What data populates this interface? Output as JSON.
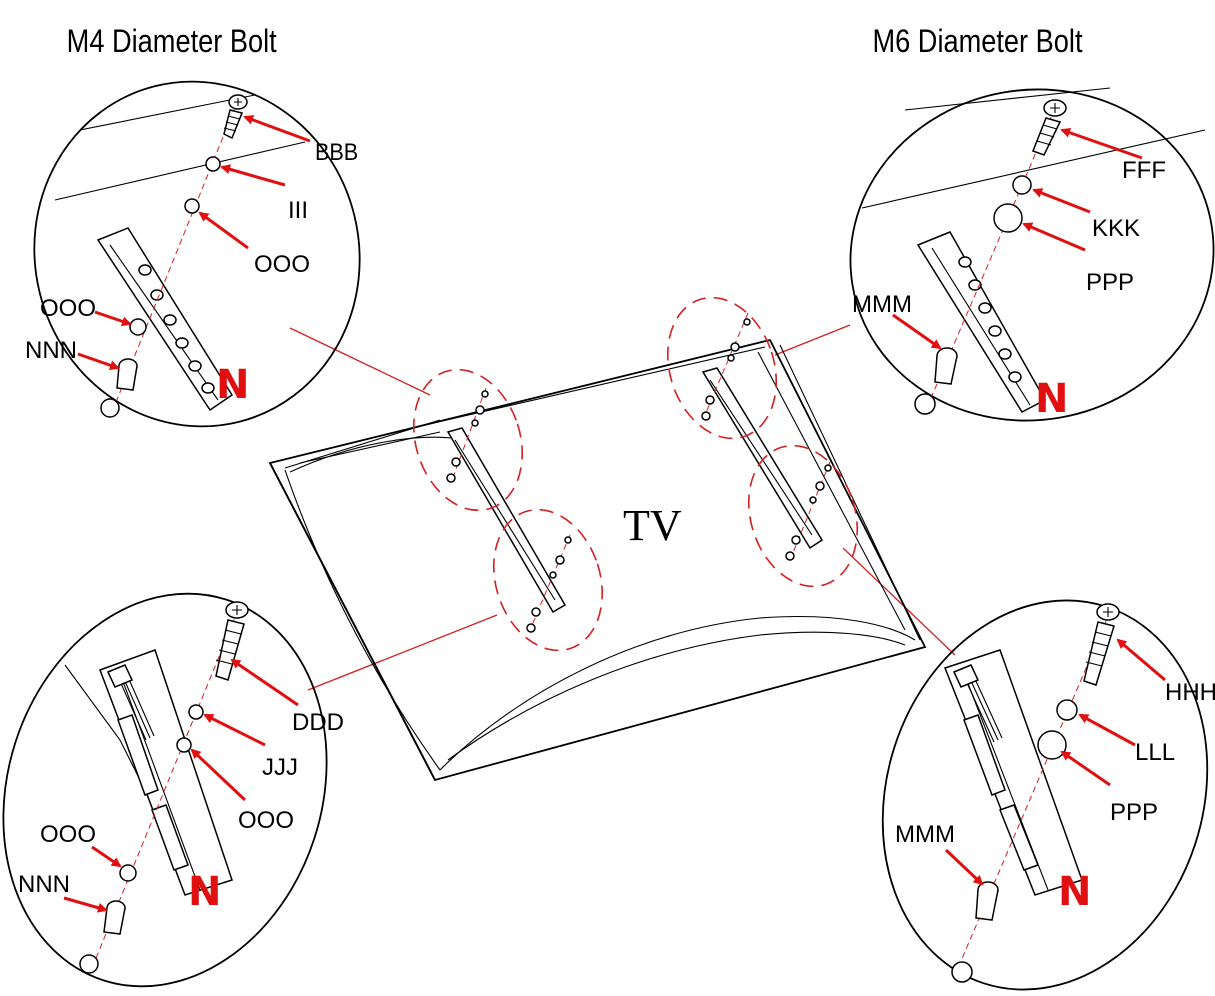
{
  "titles": {
    "left": "M4 Diameter Bolt",
    "right": "M6 Diameter Bolt"
  },
  "tv_label": "TV",
  "detail_top_left": {
    "labels": [
      "BBB",
      "III",
      "OOO",
      "OOO",
      "NNN"
    ],
    "marker": "N"
  },
  "detail_bottom_left": {
    "labels": [
      "DDD",
      "JJJ",
      "OOO",
      "OOO",
      "NNN"
    ],
    "marker": "N"
  },
  "detail_top_right": {
    "labels": [
      "FFF",
      "KKK",
      "PPP",
      "MMM"
    ],
    "marker": "N"
  },
  "detail_bottom_right": {
    "labels": [
      "HHH",
      "LLL",
      "PPP",
      "MMM"
    ],
    "marker": "N"
  },
  "colors": {
    "callout_arrow": "#e01010",
    "leader_line": "#d42020",
    "line_art": "#000000"
  }
}
